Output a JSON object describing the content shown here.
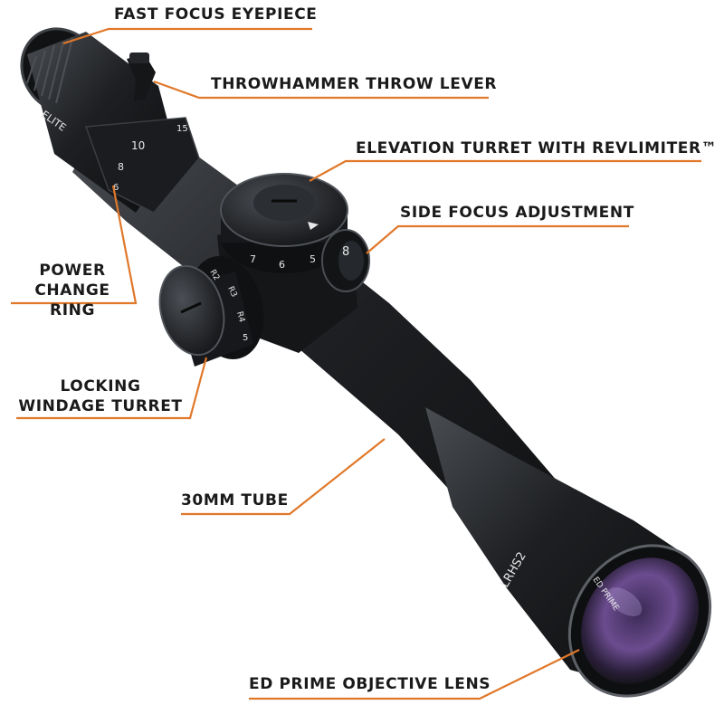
{
  "colors": {
    "callout_line": "#e0782a",
    "text": "#1a1a1a",
    "scope_body": "#2a2c2f",
    "engraving": "#e8e8e8"
  },
  "callouts": {
    "eyepiece": "FAST FOCUS EYEPIECE",
    "throw_lever": "THROWHAMMER  THROW LEVER",
    "elevation": "ELEVATION TURRET WITH REVLIMITER™",
    "side_focus": "SIDE FOCUS ADJUSTMENT",
    "power_ring_line1": "POWER",
    "power_ring_line2": "CHANGE RING",
    "windage_line1": "LOCKING",
    "windage_line2": "WINDAGE TURRET",
    "tube": "30MM TUBE",
    "objective": "ED PRIME OBJECTIVE LENS"
  },
  "engravings": {
    "brand": "ELITE",
    "model": "LRHS2",
    "objective_ring": "ED PRIME",
    "power_marks": [
      "10",
      "8",
      "6",
      "15"
    ],
    "elevation_marks": [
      "7",
      "6",
      "5"
    ],
    "windage_marks": [
      "R2",
      "R3",
      "R4",
      "5"
    ],
    "side_focus_mark": "8"
  }
}
